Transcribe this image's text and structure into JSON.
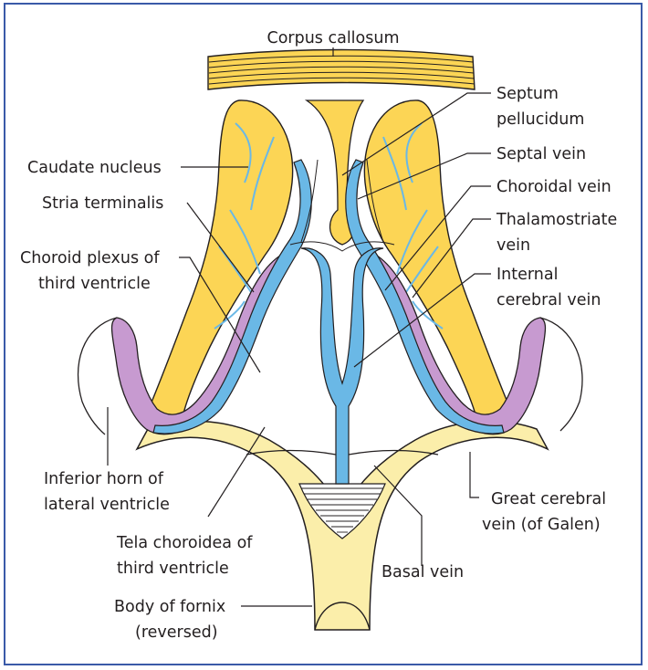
{
  "colors": {
    "yellow_nucleus": "#fcd555",
    "pale_fornix": "#fbeeaa",
    "vein_blue": "#6ab8e6",
    "plexus_purple": "#c79ad0",
    "frame_blue": "#3a5aa8",
    "ink": "#231f20"
  },
  "labels": {
    "corpus_callosum": "Corpus callosum",
    "septum_1": "Septum",
    "septum_2": "pellucidum",
    "septal_vein": "Septal vein",
    "choroidal_vein": "Choroidal vein",
    "thalamostriate_1": "Thalamostriate",
    "thalamostriate_2": "vein",
    "internal_1": "Internal",
    "internal_2": "cerebral vein",
    "caudate": "Caudate nucleus",
    "stria": "Stria terminalis",
    "choroid_plexus_1": "Choroid plexus of",
    "choroid_plexus_2": "third ventricle",
    "inferior_horn_1": "Inferior horn of",
    "inferior_horn_2": "lateral ventricle",
    "tela_1": "Tela choroidea of",
    "tela_2": "third ventricle",
    "great_1": "Great cerebral",
    "great_2": "vein (of Galen)",
    "basal_vein": "Basal vein",
    "fornix_1": "Body of fornix",
    "fornix_2": "(reversed)"
  }
}
